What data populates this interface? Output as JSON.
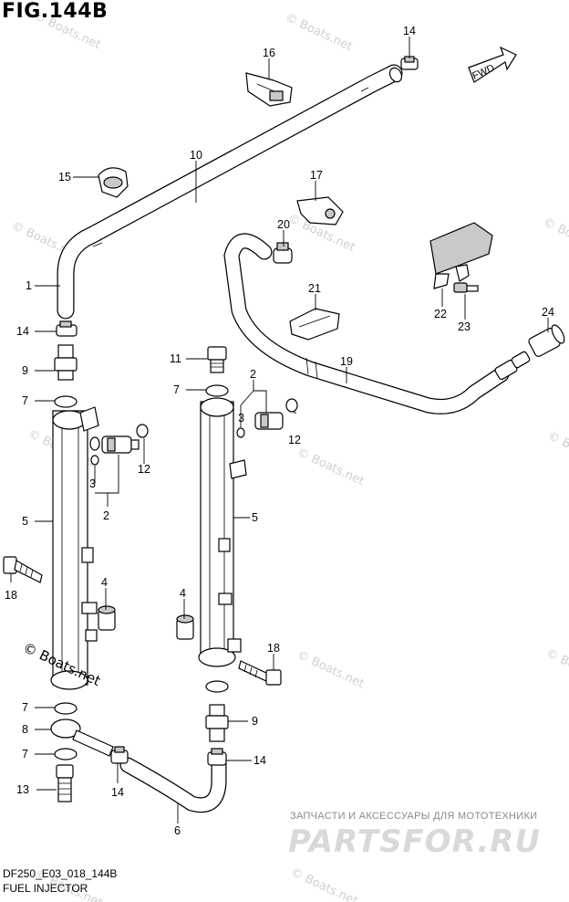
{
  "figure": {
    "title": "FIG.144B",
    "code": "DF250_E03_018_144B",
    "name": "FUEL INJECTOR",
    "fwd_label": "FWD"
  },
  "watermarks": {
    "main": "© Boats.net",
    "faint": "© Boats.net"
  },
  "branding": {
    "subtitle": "ЗАПЧАСТИ И АКСЕССУАРЫ ДЛЯ МОТОТЕХНИКИ",
    "name": "PARTSFOR.RU"
  },
  "callouts": [
    {
      "id": "c14a",
      "num": "14"
    },
    {
      "id": "c16",
      "num": "16"
    },
    {
      "id": "c10",
      "num": "10"
    },
    {
      "id": "c15",
      "num": "15"
    },
    {
      "id": "c17",
      "num": "17"
    },
    {
      "id": "c20",
      "num": "20"
    },
    {
      "id": "c1",
      "num": "1"
    },
    {
      "id": "c21",
      "num": "21"
    },
    {
      "id": "c22",
      "num": "22"
    },
    {
      "id": "c23",
      "num": "23"
    },
    {
      "id": "c24",
      "num": "24"
    },
    {
      "id": "c14b",
      "num": "14"
    },
    {
      "id": "c11",
      "num": "11"
    },
    {
      "id": "c19",
      "num": "19"
    },
    {
      "id": "c9a",
      "num": "9"
    },
    {
      "id": "c2a",
      "num": "2"
    },
    {
      "id": "c7a",
      "num": "7"
    },
    {
      "id": "c7b",
      "num": "7"
    },
    {
      "id": "c3a",
      "num": "3"
    },
    {
      "id": "c12a",
      "num": "12"
    },
    {
      "id": "c12b",
      "num": "12"
    },
    {
      "id": "c3b",
      "num": "3"
    },
    {
      "id": "c2b",
      "num": "2"
    },
    {
      "id": "c5a",
      "num": "5"
    },
    {
      "id": "c5b",
      "num": "5"
    },
    {
      "id": "c4a",
      "num": "4"
    },
    {
      "id": "c18a",
      "num": "18"
    },
    {
      "id": "c4b",
      "num": "4"
    },
    {
      "id": "c18b",
      "num": "18"
    },
    {
      "id": "c7c",
      "num": "7"
    },
    {
      "id": "c9b",
      "num": "9"
    },
    {
      "id": "c8",
      "num": "8"
    },
    {
      "id": "c7d",
      "num": "7"
    },
    {
      "id": "c14c",
      "num": "14"
    },
    {
      "id": "c13",
      "num": "13"
    },
    {
      "id": "c14d",
      "num": "14"
    },
    {
      "id": "c6",
      "num": "6"
    }
  ]
}
